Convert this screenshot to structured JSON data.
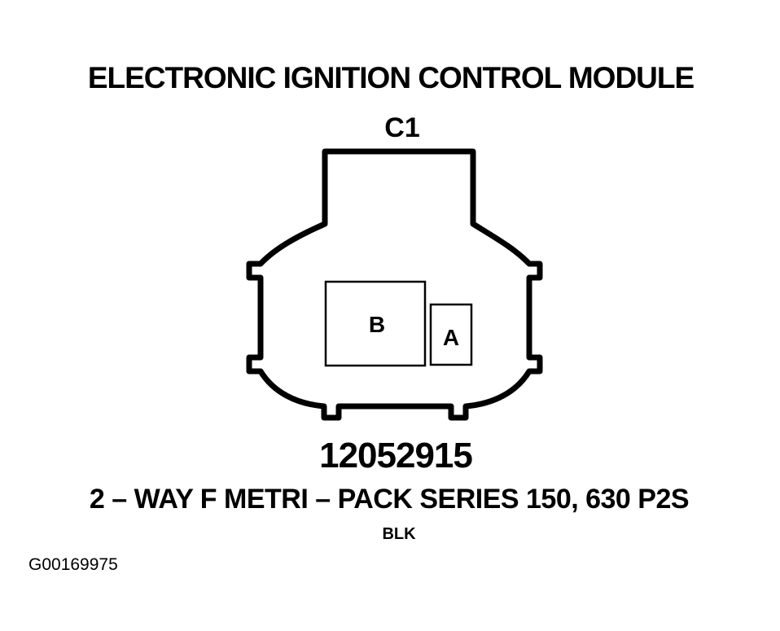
{
  "diagram": {
    "title": "ELECTRONIC IGNITION CONTROL MODULE",
    "connector_id": "C1",
    "cavities": [
      {
        "label": "B"
      },
      {
        "label": "A"
      }
    ],
    "part_number": "12052915",
    "description": "2 – WAY F METRI – PACK SERIES 150, 630 P2S",
    "color_code": "BLK",
    "figure_id": "G00169975"
  }
}
